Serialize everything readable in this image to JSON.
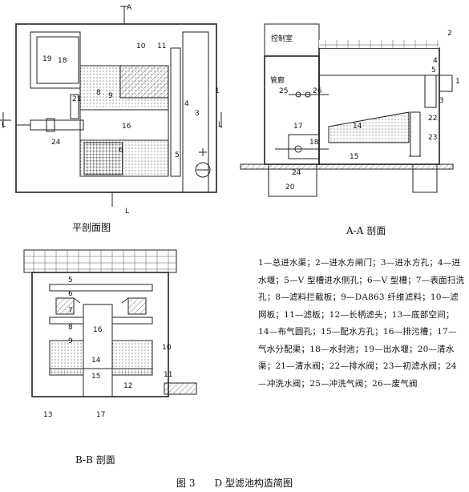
{
  "views": {
    "plan_title": "平剖面图",
    "aa_title": "A-A 剖面",
    "bb_title": "B-B 剖面"
  },
  "plan_marks": {
    "section_a": "A",
    "section_l": "L",
    "section_l_bottom": "L",
    "labels": [
      "1",
      "3",
      "4",
      "5",
      "6",
      "8",
      "9",
      "10",
      "11",
      "16",
      "18",
      "19",
      "21",
      "24"
    ]
  },
  "aa_marks": {
    "label_top": "控制室",
    "label_mid": "管廊",
    "labels": [
      "1",
      "2",
      "3",
      "4",
      "5",
      "14",
      "15",
      "17",
      "18",
      "20",
      "22",
      "23",
      "24",
      "25",
      "26"
    ]
  },
  "bb_marks": {
    "labels": [
      "5",
      "6",
      "7",
      "8",
      "9",
      "10",
      "11",
      "12",
      "13",
      "14",
      "15",
      "16",
      "17"
    ]
  },
  "legend": "1—总进水渠；2—进水方闸门；3—进水方孔；4—进水堰；5—V 型槽进水侧孔；6—V 型槽；7—表面扫洗孔；8—滤料拦截板；9—DA863 纤维滤料；10—滤网板；11—滤板；12—长柄滤头；13—底部空间；14—布气圆孔；15—配水方孔；16—排污槽；17—气水分配渠；18—水封池；19—出水堰；20—清水渠；21—清水阀；22—排水阀；23—初滤水阀；24—冲洗水阀；25—冲洗气阀；26—废气阀",
  "caption": "图 3　　D 型滤池构造简图"
}
